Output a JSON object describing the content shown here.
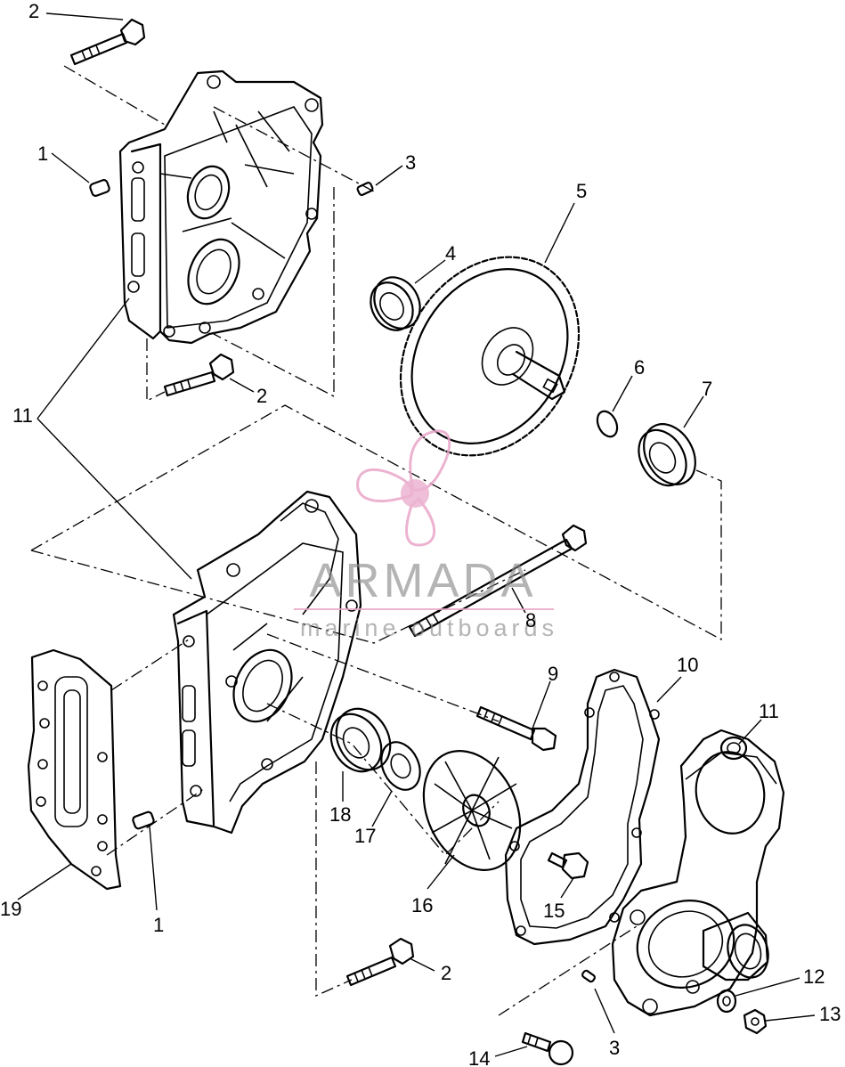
{
  "labels": {
    "p1_top": "1",
    "p2_top": "2",
    "p3_top": "3",
    "p4": "4",
    "p5": "5",
    "p2_mid": "2",
    "p6": "6",
    "p7": "7",
    "p11_left": "11",
    "p8": "8",
    "p9": "9",
    "p10": "10",
    "p11_right": "11",
    "p18": "18",
    "p17": "17",
    "p16": "16",
    "p15": "15",
    "p19": "19",
    "p1_bottom": "1",
    "p2_bottom": "2",
    "p12": "12",
    "p13": "13",
    "p3_bottom": "3",
    "p14": "14"
  },
  "watermark": {
    "brand": "ARMADA",
    "tagline": "marine outboards",
    "color": "#e9a6c9"
  }
}
